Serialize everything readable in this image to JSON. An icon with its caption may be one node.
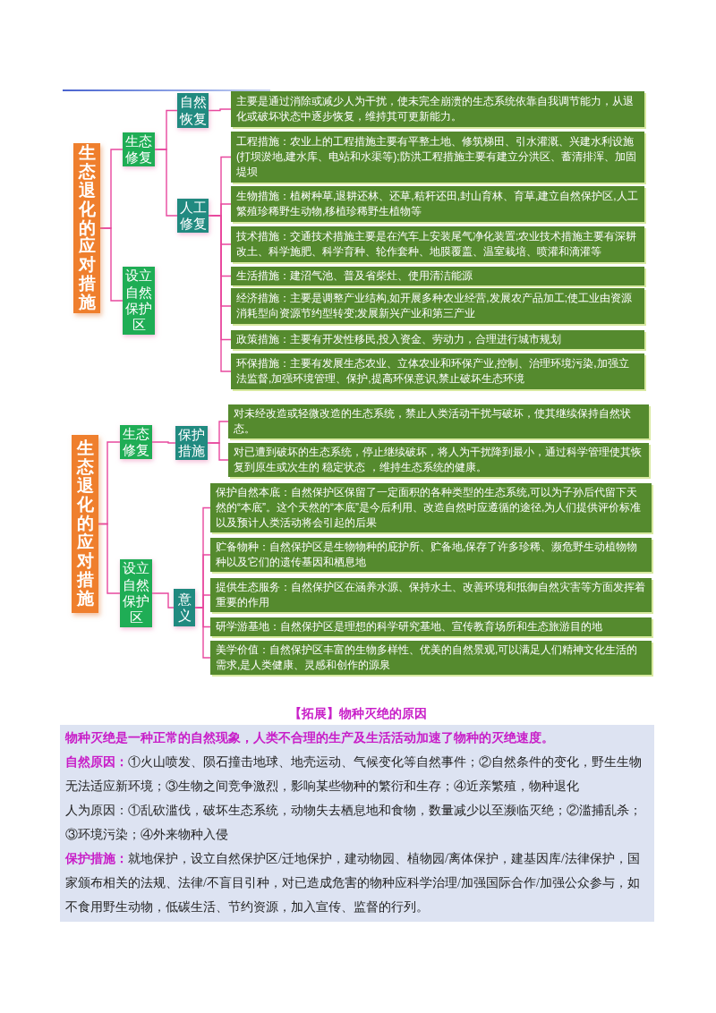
{
  "diagram": {
    "nodes": [
      {
        "text": [
          "生态退化的应对措施"
        ]
      },
      {
        "text": [
          "生态修复"
        ]
      },
      {
        "text": [
          "设立自然保护区"
        ]
      },
      {
        "text": [
          "自然恢复"
        ]
      },
      {
        "text": [
          "人工修复"
        ]
      },
      {
        "text": [
          "主要是通过消除或减少人为干扰，使未完全崩溃的生态系统依靠自我调节能力，从退化或破坏状态中逐步恢复，维持其可更新能力。"
        ]
      },
      {
        "text": [
          "工程措施：农业上的工程措施主要有平整土地、修筑梯田、引水灌溉、兴建水利设施(打坝淤地,建水库、电站和水渠等);防洪工程措施主要有建立分洪区、蓄清排浑、加固堤坝"
        ]
      },
      {
        "text": [
          "生物措施：植树种草,退耕还林、还草,秸秆还田,封山育林、育草,建立自然保护区,人工繁殖珍稀野生动物,移植珍稀野生植物等"
        ]
      },
      {
        "text": [
          "技术措施：交通技术措施主要是在汽车上安装尾气净化装置;农业技术措施主要有深耕改土、科学施肥、科学育种、轮作套种、地膜覆盖、温室栽培、喷灌和滴灌等"
        ]
      },
      {
        "text": [
          "生活措施：建沼气池、普及省柴灶、使用清洁能源"
        ]
      },
      {
        "text": [
          "经济措施：主要是调整产业结构,如开展多种农业经营,发展农产品加工;使工业由资源消耗型向资源节约型转变;发展新兴产业和第三产业"
        ]
      },
      {
        "text": [
          "政策措施：主要有开发性移民,投入资金、劳动力，合理进行城市规划"
        ]
      },
      {
        "text": [
          "环保措施：主要有发展生态农业、立体农业和环保产业,控制、治理环境污染,加强立法监督,加强环境管理、保护,提高环保意识,禁止破坏生态环境"
        ]
      },
      {
        "text": [
          "生态退化的应对措施"
        ]
      },
      {
        "text": [
          "生态修复"
        ]
      },
      {
        "text": [
          "设立自然保护区"
        ]
      },
      {
        "text": [
          "保护措施"
        ]
      },
      {
        "text": [
          "对未经改造或轻微改造的生态系统，禁止人类活动干扰与破坏，使其继续保持自然状态。"
        ]
      },
      {
        "text": [
          "对已遭到破坏的生态系统，停止继续破坏，将人为干扰降到最小，通过科学管理使其恢复到原生或次生的 稳定状态 ，维持生态系统的健康。"
        ]
      },
      {
        "text": [
          "意义"
        ]
      },
      {
        "text": [
          "保护自然本底：自然保护区保留了一定面积的各种类型的生态系统,可以为子孙后代留下天然的“本底”。这个天然的“本底”是今后利用、改造自然时应遵循的途径,为人们提供评价标准以及预计人类活动将会引起的后果"
        ]
      },
      {
        "text": [
          "贮备物种：自然保护区是生物物种的庇护所、贮备地,保存了许多珍稀、濒危野生动植物物种以及它们的遗传基因和栖息地"
        ]
      },
      {
        "text": [
          "提供生态服务：自然保护区在涵养水源、保持水土、改善环境和抵御自然灾害等方面发挥着重要的作用"
        ]
      },
      {
        "text": [
          "研学游基地：自然保护区是理想的科学研究基地、宣传教育场所和生态旅游目的地"
        ]
      },
      {
        "text": [
          "美学价值：自然保护区丰富的生物多样性、优美的自然景观,可以满足人们精神文化生活的需求,是人类健康、灵感和创作的源泉"
        ]
      }
    ],
    "edges": [
      {
        "from": 0,
        "to": 1,
        "arrow": "none"
      },
      {
        "from": 0,
        "to": 2,
        "arrow": "none"
      },
      {
        "from": 1,
        "to": 3,
        "arrow": "none"
      },
      {
        "from": 1,
        "to": 4,
        "arrow": "none"
      },
      {
        "from": 3,
        "to": 5,
        "arrow": "none"
      },
      {
        "from": 4,
        "to": 6,
        "arrow": "none"
      },
      {
        "from": 4,
        "to": 7,
        "arrow": "none"
      },
      {
        "from": 4,
        "to": 8,
        "arrow": "none"
      },
      {
        "from": 4,
        "to": 9,
        "arrow": "none"
      },
      {
        "from": 4,
        "to": 10,
        "arrow": "none"
      },
      {
        "from": 4,
        "to": 11,
        "arrow": "none"
      },
      {
        "from": 4,
        "to": 12,
        "arrow": "none"
      },
      {
        "from": 13,
        "to": 14,
        "arrow": "none"
      },
      {
        "from": 13,
        "to": 15,
        "arrow": "none"
      },
      {
        "from": 14,
        "to": 16,
        "arrow": "none"
      },
      {
        "from": 16,
        "to": 17,
        "arrow": "none"
      },
      {
        "from": 16,
        "to": 18,
        "arrow": "none"
      },
      {
        "from": 15,
        "to": 19,
        "arrow": "none"
      },
      {
        "from": 19,
        "to": 20,
        "arrow": "none"
      },
      {
        "from": 19,
        "to": 21,
        "arrow": "none"
      },
      {
        "from": 19,
        "to": 22,
        "arrow": "none"
      },
      {
        "from": 19,
        "to": 23,
        "arrow": "none"
      },
      {
        "from": 19,
        "to": 24,
        "arrow": "none"
      }
    ],
    "labels": [
      "【拓展】物种灭绝的原因",
      "物种灭绝是一种正常的自然现象，人类不合理的生产及生活活动加速了物种的灭绝速度。",
      "**自然原因：**①火山喷发、陨石撞击地球、地壳运动、气候变化等自然事件；②自然条件的变化，野生生物无法适应新环境；③生物之间竞争激烈，影响某些物种的繁衍和生存；④近亲繁殖，物种退化",
      "人为原因：①乱砍滥伐，破坏生态系统，动物失去栖息地和食物，数量减少以至濒临灭绝；②滥捕乱杀；③环境污染；④外来物种入侵",
      "**保护措施：**就地保护，设立自然保护区/迁地保护，建动物园、植物园/离体保护，建基因库/法律保护，国家颁布相关的法规、法律/不盲目引种，对已造成危害的物种应科学治理/加强国际合作/加强公众参与，如不食用野生动物，低碳生活、节约资源，加入宣传、监督的行列。"
    ]
  }
}
